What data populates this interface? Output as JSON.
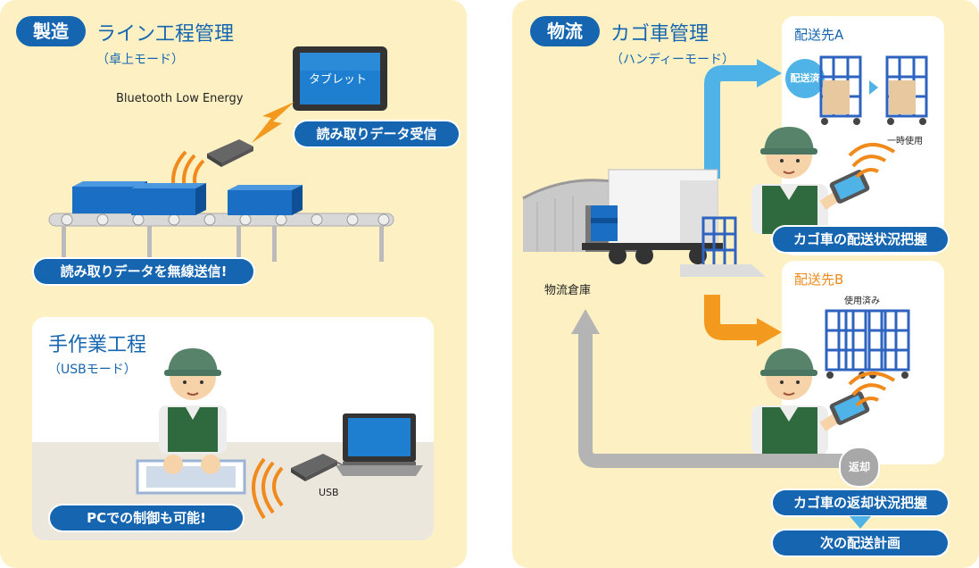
{
  "manufacturing": {
    "badge": "製造",
    "title": "ライン工程管理",
    "subtitle": "（卓上モード）",
    "ble_label": "Bluetooth Low Energy",
    "tablet_label": "タブレット",
    "receive_caption": "読み取りデータ受信",
    "send_caption": "読み取りデータを無線送信!"
  },
  "manual": {
    "title": "手作業工程",
    "subtitle": "（USBモード）",
    "usb_label": "USB",
    "pc_caption": "PCでの制御も可能!"
  },
  "logistics": {
    "badge": "物流",
    "title": "カゴ車管理",
    "subtitle": "（ハンディーモード）",
    "warehouse_label": "物流倉庫",
    "dest_a": {
      "title": "配送先A",
      "status_badge": "配送済",
      "note": "一時使用"
    },
    "dest_b": {
      "title": "配送先B",
      "note": "使用済み"
    },
    "delivery_caption": "カゴ車の配送状況把握",
    "return_badge": "返却",
    "return_caption": "カゴ車の返却状況把握",
    "plan_caption": "次の配送計画"
  },
  "colors": {
    "brand_blue": "#1565b0",
    "panel_bg": "#fdf1c4",
    "arrow_light_blue": "#4fb3e8",
    "arrow_orange": "#f39a1e",
    "arrow_gray": "#b4b4b4",
    "signal_orange": "#f08a1c",
    "dest_b_orange": "#f08a1c"
  }
}
